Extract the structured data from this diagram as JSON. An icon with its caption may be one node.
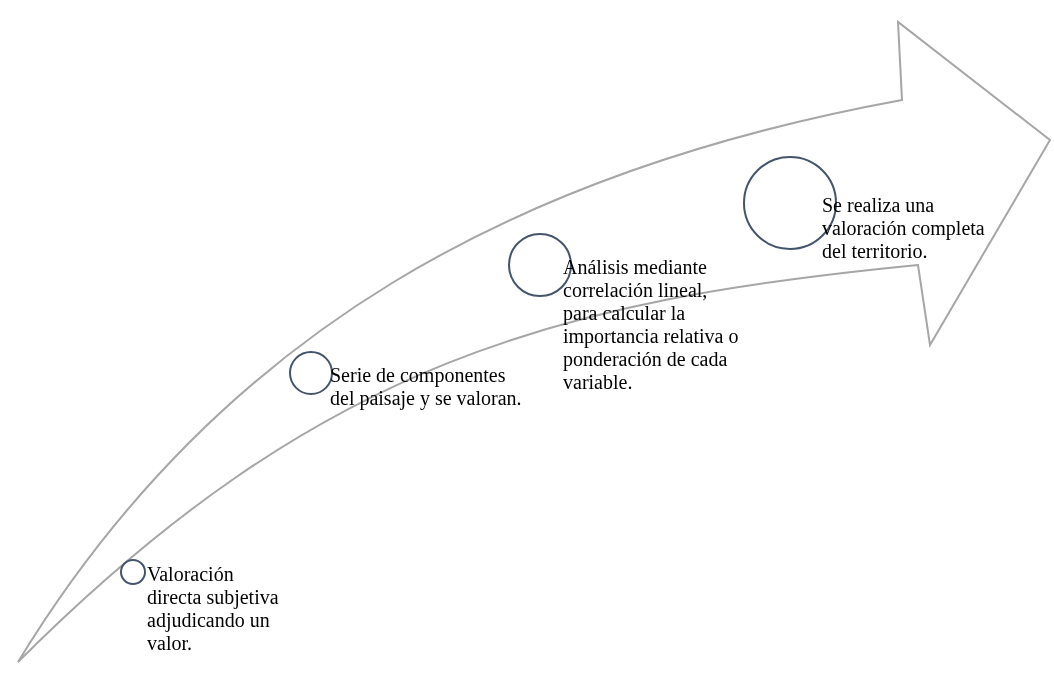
{
  "diagram": {
    "nodes": [
      {
        "text": [],
        "shape": "circle",
        "beside": [
          "Valoración directa subjetiva adjudicando un valor."
        ]
      },
      {
        "text": [],
        "shape": "circle",
        "beside": [
          "Serie de componentes del paisaje y se valoran."
        ]
      },
      {
        "text": [],
        "shape": "circle",
        "beside": [
          "Análisis mediante correlación lineal, para calcular la importancia relativa o ponderación de cada variable."
        ]
      },
      {
        "text": [],
        "shape": "circle",
        "beside": [
          "Se realiza una valoración completa del territorio."
        ]
      }
    ],
    "edges": []
  }
}
